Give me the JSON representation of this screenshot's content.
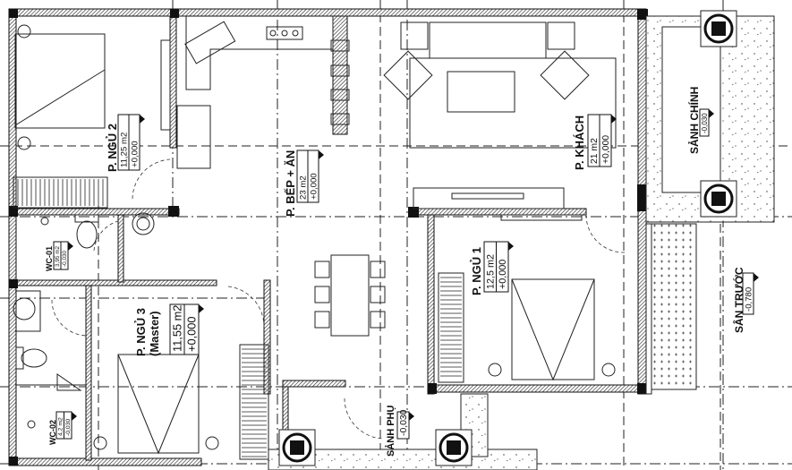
{
  "rooms": {
    "bedroom2": {
      "name": "P. NGỦ 2",
      "area": "11,25 m2",
      "level": "+0,000"
    },
    "kitchen": {
      "name": "P. BẾP + ĂN",
      "area": "23 m2",
      "level": "+0,000"
    },
    "living": {
      "name": "P. KHÁCH",
      "area": "21 m2",
      "level": "+0,000"
    },
    "main_hall": {
      "name": "SẢNH CHÍNH",
      "level": "-0,030"
    },
    "bedroom1": {
      "name": "P. NGỦ 1",
      "area": "12,5 m2",
      "level": "+0,000"
    },
    "bedroom3": {
      "name": "P. NGỦ 3",
      "subname": "(Master)",
      "area": "11,55 m2",
      "level": "+0,000"
    },
    "wc01": {
      "name": "WC-01",
      "area": "3,95 m2",
      "level": "-0,030"
    },
    "wc02": {
      "name": "WC-02",
      "area": "4,2 m2",
      "level": "-0,030"
    },
    "side_hall": {
      "name": "SẢNH PHỤ",
      "level": "-0,030"
    },
    "front_yard": {
      "name": "SÂN TRƯỚC",
      "level": "-0,780"
    }
  },
  "colors": {
    "line": "#111111",
    "background": "#ffffff"
  }
}
